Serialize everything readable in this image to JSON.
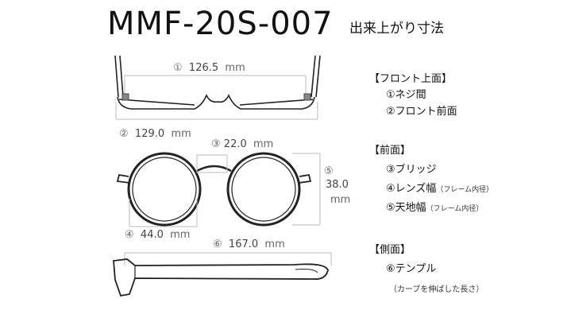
{
  "title": {
    "model": "MMF-20S-007",
    "subtitle": "出来上がり寸法"
  },
  "dimensions": {
    "d1": {
      "marker": "①",
      "value": "126.5",
      "unit": "mm"
    },
    "d2": {
      "marker": "②",
      "value": "129.0",
      "unit": "mm"
    },
    "d3": {
      "marker": "③",
      "value": "22.0",
      "unit": "mm"
    },
    "d4": {
      "marker": "④",
      "value": "44.0",
      "unit": "mm"
    },
    "d5": {
      "marker": "⑤",
      "value": "38.0",
      "unit": "mm"
    },
    "d6": {
      "marker": "⑥",
      "value": "167.0",
      "unit": "mm"
    }
  },
  "legend": {
    "front_top": {
      "heading": "【フロント上面】",
      "items": [
        "①ネジ間",
        "②フロント前面"
      ]
    },
    "front": {
      "heading": "【前面】",
      "items": [
        {
          "label": "③ブリッジ",
          "note": ""
        },
        {
          "label": "④レンズ幅",
          "note": "（フレーム内径）"
        },
        {
          "label": "⑤天地幅",
          "note": "（フレーム内径）"
        }
      ]
    },
    "side": {
      "heading": "【側面】",
      "items": [
        "⑥テンプル"
      ],
      "note": "（カーブを伸ばした長さ）"
    }
  }
}
